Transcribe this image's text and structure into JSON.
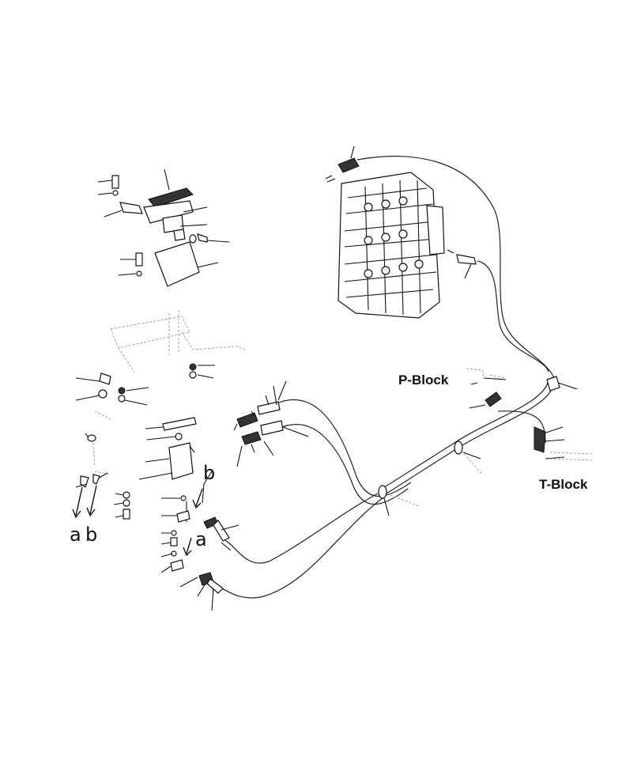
{
  "labels": {
    "p_block": "P-Block",
    "t_block": "T-Block",
    "a_bottom": "a",
    "b_bottom": "b",
    "b_mid": "b",
    "a_mid": "a"
  },
  "colors": {
    "line": "#111111",
    "background": "#ffffff"
  }
}
